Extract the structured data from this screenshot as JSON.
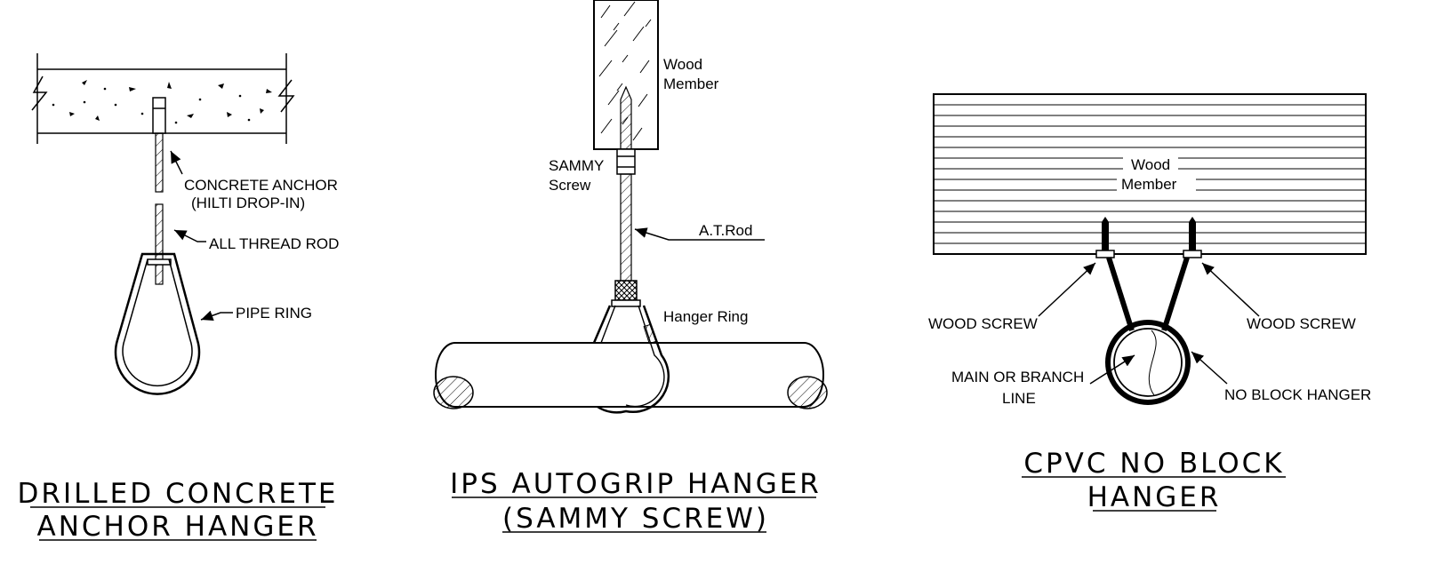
{
  "panels": [
    {
      "title_line1": "DRILLED CONCRETE",
      "title_line2": "ANCHOR HANGER",
      "labels": {
        "concrete_anchor_1": "CONCRETE ANCHOR",
        "concrete_anchor_2": "(HILTI DROP-IN)",
        "all_thread_rod": "ALL THREAD ROD",
        "pipe_ring": "PIPE RING"
      }
    },
    {
      "title_line1": "IPS AUTOGRIP HANGER",
      "title_line2": "(SAMMY SCREW)",
      "labels": {
        "wood_1": "Wood",
        "wood_2": "Member",
        "sammy_1": "SAMMY",
        "sammy_2": "Screw",
        "at_rod": "A.T.Rod",
        "hanger_ring": "Hanger Ring"
      }
    },
    {
      "title_line1": "CPVC NO BLOCK",
      "title_line2": "HANGER",
      "labels": {
        "wood_1": "Wood",
        "wood_2": "Member",
        "wood_screw_left": "WOOD SCREW",
        "wood_screw_right": "WOOD SCREW",
        "main_line_1": "MAIN OR BRANCH",
        "main_line_2": "LINE",
        "no_block": "NO BLOCK HANGER"
      }
    }
  ]
}
